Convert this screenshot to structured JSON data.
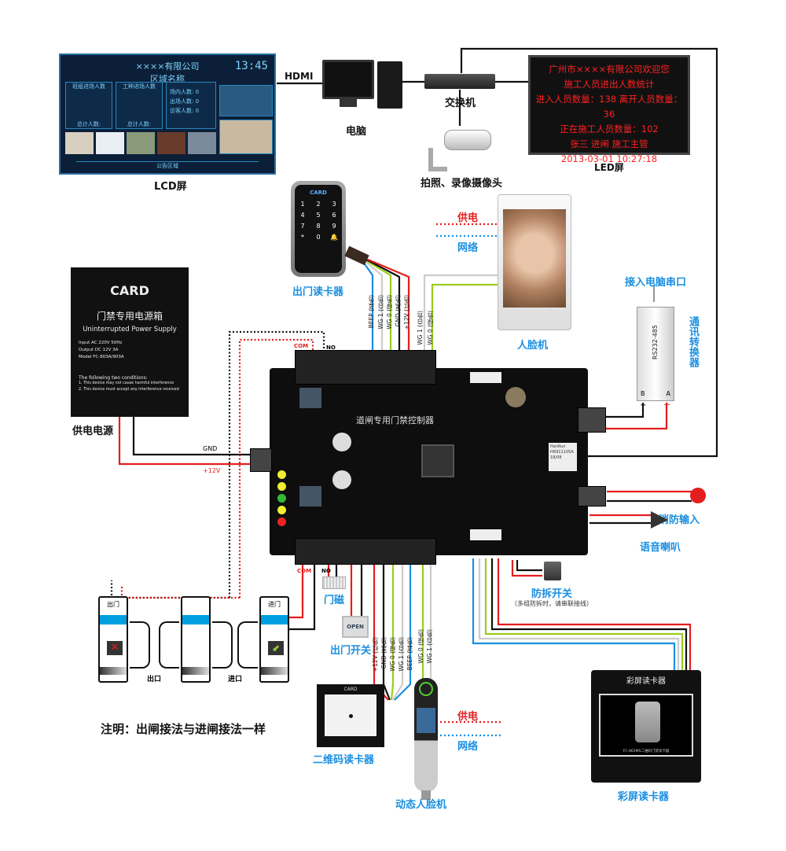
{
  "lcd": {
    "label": "LCD屏",
    "company": "××××有限公司",
    "area": "区域名称",
    "time": "13:45",
    "panels": [
      "班组进场人数",
      "工种进场人数"
    ],
    "counts": [
      {
        "k": "场内人数",
        "v": "0"
      },
      {
        "k": "出场人数",
        "v": "0"
      },
      {
        "k": "访客人数",
        "v": "0"
      }
    ],
    "total": "总计人数:",
    "footer": "公告区域"
  },
  "hdmi": "HDMI",
  "computer": {
    "label": "电脑"
  },
  "switch": {
    "label": "交换机"
  },
  "camera": {
    "label": "拍照、录像摄像头"
  },
  "led": {
    "label": "LED屏",
    "lines": [
      "广州市××××有限公司欢迎您",
      "施工人员进出人数统计",
      "进入人员数量：138  离开人员数量：36",
      "正在施工人员数量：102",
      "张三   进闸   施工主管",
      "2013-03-01  10:27:18"
    ]
  },
  "keypad_reader": {
    "label": "出门读卡器",
    "brand": "CARD",
    "keys": [
      "1",
      "2",
      "3",
      "4",
      "5",
      "6",
      "7",
      "8",
      "9",
      "*",
      "0",
      "🔔"
    ]
  },
  "face_machine": {
    "label": "人脸机",
    "power": "供电",
    "network": "网络"
  },
  "face_wires": [
    "WG 1 (白色)",
    "WG 0 (绿色)"
  ],
  "reader_wires": [
    "BEEP (蓝色)",
    "WG 1 (白色)",
    "WG 0 (绿色)",
    "GND (黑色)",
    "+12V (红色)"
  ],
  "psu": {
    "label": "供电电源",
    "brand": "CARD",
    "title_cn": "门禁专用电源箱",
    "title_en": "Uninterrupted Power Supply",
    "specs": [
      "Input  AC 220V 50Hz",
      "Output  DC 12V 3A",
      "Model  FC-803A/903A"
    ],
    "conditions_title": "The following two conditions:",
    "conditions": [
      "1. This device may not cause harmful interference",
      "2. This device must accept any interference received"
    ],
    "gnd": "GND",
    "v12": "+12V"
  },
  "relay_top": {
    "com": "COM",
    "no": "NO"
  },
  "relay_bottom": {
    "com": "COM",
    "no": "NO"
  },
  "board": {
    "title": "道闸专用门禁控制器",
    "chip": "HanRun HR911105A 18/08"
  },
  "converter": {
    "label_top": "接入电脑串口",
    "model": "RS232-485",
    "label_side": "通讯转换器",
    "b": "B",
    "a": "A",
    "minus": "−",
    "plus": "+"
  },
  "fire": {
    "label": "消防输入"
  },
  "speaker": {
    "label": "语音喇叭"
  },
  "tamper": {
    "label": "防拆开关",
    "note": "（多组防拆时，请串联接线）"
  },
  "gates": {
    "exit_gate": "出门",
    "entry_gate": "进门",
    "exit": "出口",
    "entry": "进口"
  },
  "note": "注明：出闸接法与进闸接法一样",
  "door_sensor": {
    "label": "门磁"
  },
  "exit_button": {
    "label": "出门开关",
    "text": "OPEN"
  },
  "bottom_wires": [
    "+12V (红色)",
    "GND (黑色)",
    "WG 0 (绿色)",
    "WG 1 (白色)",
    "BEEP (蓝色)",
    "WG 0 (绿色)",
    "WG 1 (白色)"
  ],
  "qr_reader": {
    "label": "二维码读卡器",
    "brand": "CARD"
  },
  "dynamic_face": {
    "label": "动态人脸机",
    "power": "供电",
    "network": "网络"
  },
  "color_reader": {
    "label": "彩屏读卡器",
    "title": "彩屏读卡器",
    "model": "FC-863MS二维码门禁读卡器"
  },
  "colors": {
    "red": "#e41e1e",
    "blue": "#1a8fe0",
    "green": "#9ccc1c",
    "black": "#111111",
    "white": "#d8d8d8"
  }
}
